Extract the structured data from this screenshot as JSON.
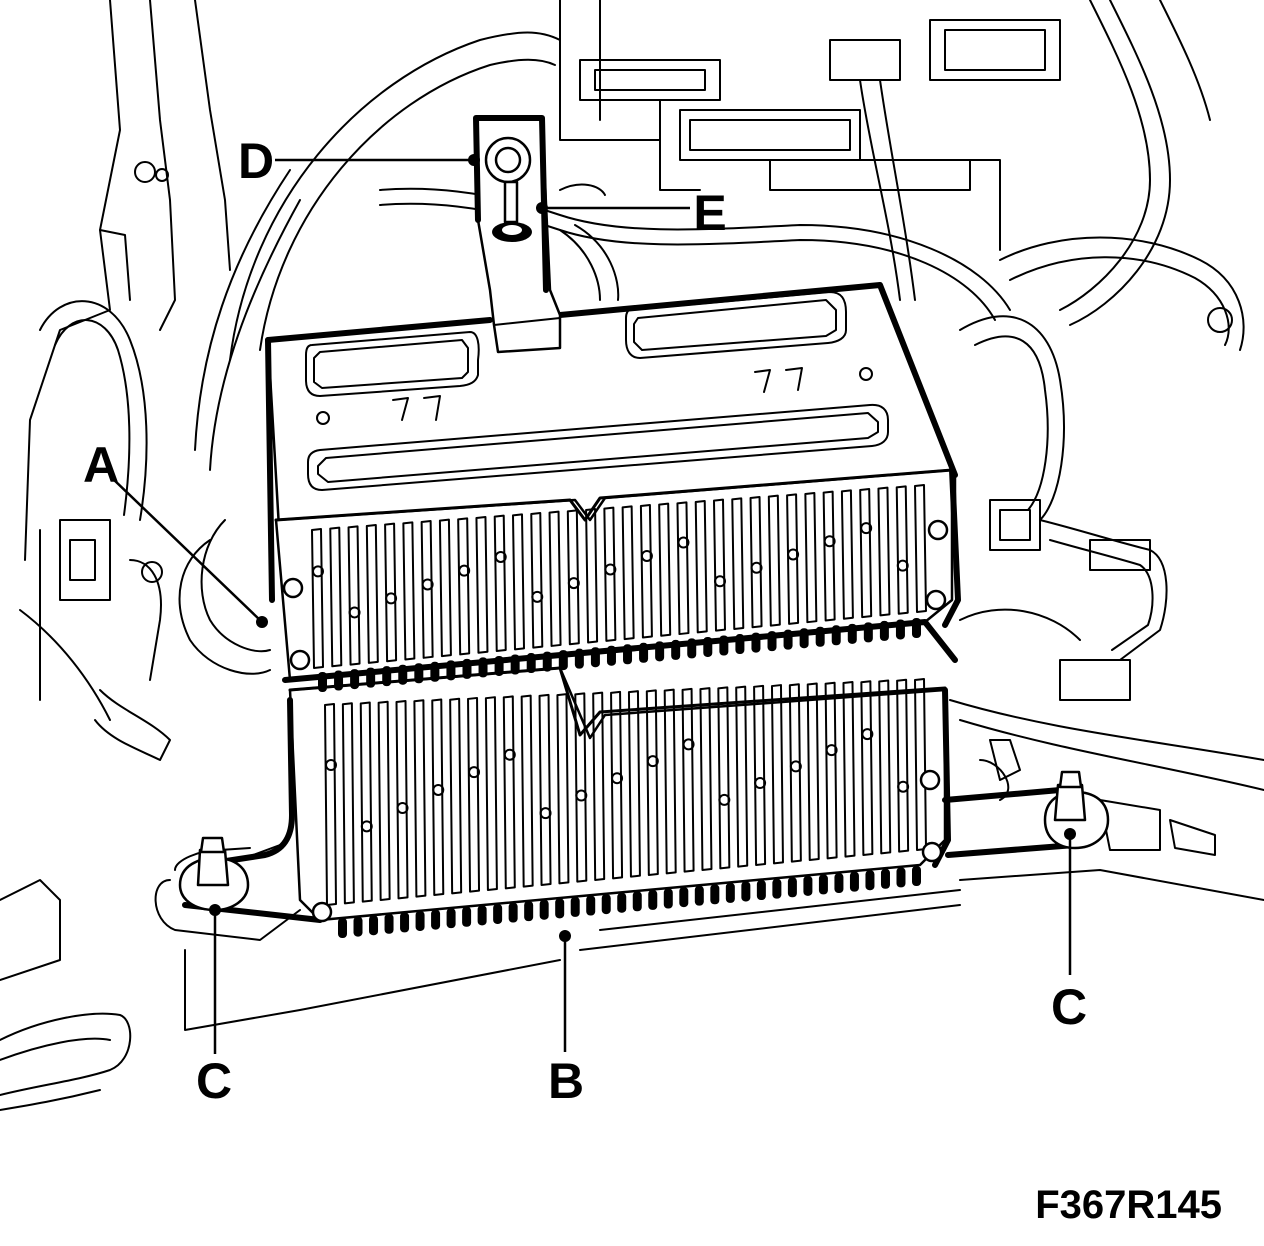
{
  "callouts": {
    "a": "A",
    "b": "B",
    "c_left": "C",
    "c_right": "C",
    "d": "D",
    "e": "E"
  },
  "figure_id": "F367R145"
}
